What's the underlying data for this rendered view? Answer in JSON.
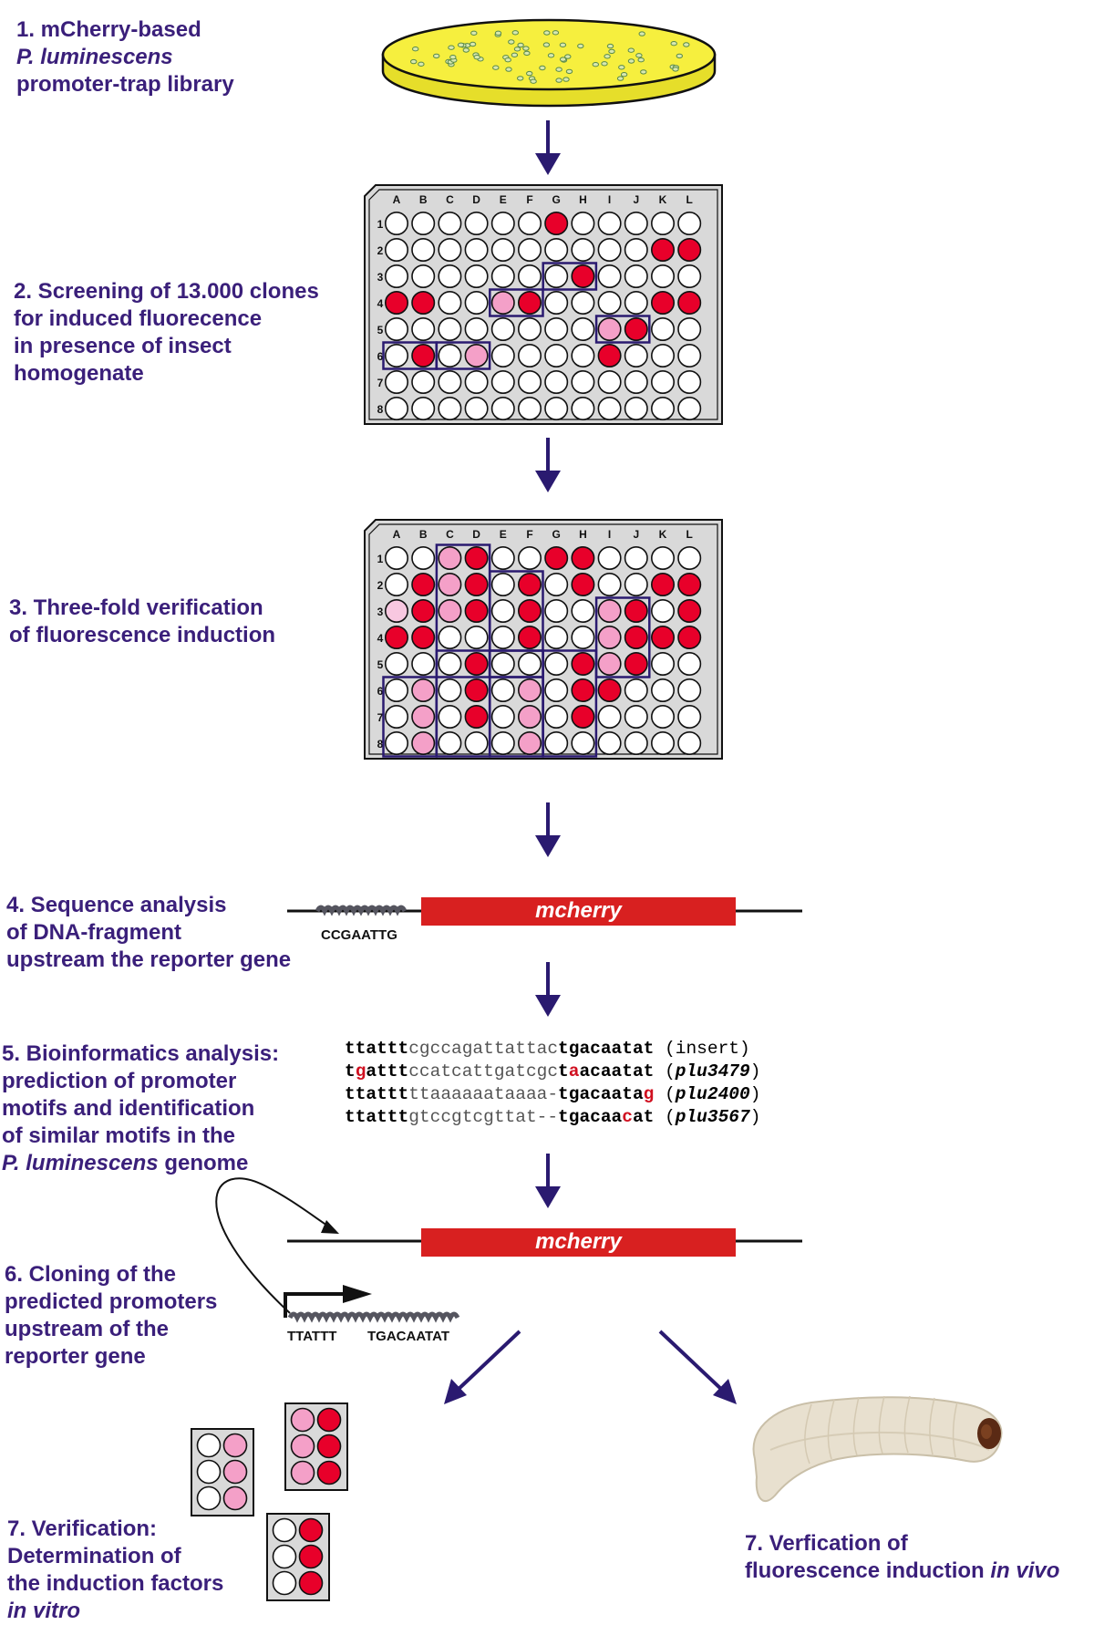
{
  "steps": {
    "s1": {
      "line1": "1. mCherry-based",
      "line2": "P. luminescens",
      "line3": "promoter-trap library"
    },
    "s2": {
      "line1": "2. Screening of 13.000 clones",
      "line2": "for induced fluorecence",
      "line3": "in presence of insect",
      "line4": "homogenate"
    },
    "s3": {
      "line1": "3. Three-fold verification",
      "line2": "of fluorescence induction"
    },
    "s4": {
      "line1": "4. Sequence analysis",
      "line2": "of DNA-fragment",
      "line3": "upstream the reporter gene"
    },
    "s5": {
      "line1": "5. Bioinformatics analysis:",
      "line2": "prediction of promoter",
      "line3": "motifs and identification",
      "line4": "of similar motifs in the",
      "line5a": "P. luminescens",
      "line5b": " genome"
    },
    "s6": {
      "line1": "6. Cloning of the",
      "line2": "predicted promoters",
      "line3": "upstream of the",
      "line4": "reporter gene"
    },
    "s7a": {
      "line1": "7. Verification:",
      "line2": "Determination of",
      "line3": "the induction factors",
      "line4": "in vitro"
    },
    "s7b": {
      "line1": "7. Verfication of",
      "line2a": "fluorescence induction ",
      "line2b": "in vivo"
    }
  },
  "plate_columns": [
    "A",
    "B",
    "C",
    "D",
    "E",
    "F",
    "G",
    "H",
    "I",
    "J",
    "K",
    "L"
  ],
  "plate_rows": [
    "1",
    "2",
    "3",
    "4",
    "5",
    "6",
    "7",
    "8"
  ],
  "colors": {
    "red": "#e8002a",
    "pink": "#f4a0c8",
    "pale_pink": "#f8c8e0",
    "white": "#ffffff",
    "frame": "#2a1a70",
    "arrow": "#2a1a70",
    "agar": "#f6ef3e",
    "gene": "#d82020"
  },
  "plate2_wells": {
    "red": [
      "G1",
      "K2",
      "L2",
      "H3",
      "A4",
      "B4",
      "F4",
      "K4",
      "L4",
      "J5",
      "B6",
      "I6"
    ],
    "pink": [
      "E4",
      "I5",
      "D6"
    ]
  },
  "plate3_wells": {
    "red": [
      "D1",
      "G1",
      "H1",
      "B2",
      "D2",
      "F2",
      "H2",
      "K2",
      "L2",
      "B3",
      "D3",
      "F3",
      "J3",
      "L3",
      "A4",
      "B4",
      "F4",
      "J4",
      "K4",
      "L4",
      "D5",
      "H5",
      "J5",
      "D6",
      "H6",
      "I6",
      "D7",
      "H7"
    ],
    "pink": [
      "C1",
      "C2",
      "C3",
      "I3",
      "I4",
      "I5",
      "B6",
      "F6",
      "B7",
      "F7",
      "B8",
      "F8"
    ],
    "pale_pink": [
      "A3"
    ]
  },
  "gene_label": "mcherry",
  "seq_label_1": "CCGAATTG",
  "seq_label_2a": "TTATTT",
  "seq_label_2b": "TGACAATAT",
  "alignment": [
    {
      "name": "(insert)"
    },
    {
      "name": "plu3479"
    },
    {
      "name": "plu2400"
    },
    {
      "name": "plu3567"
    }
  ],
  "mini_plates": {
    "left": [
      "white",
      "pink",
      "white",
      "pink",
      "white",
      "pink"
    ],
    "top": [
      "pink",
      "red",
      "pink",
      "red",
      "pink",
      "red"
    ],
    "bottom": [
      "white",
      "red",
      "white",
      "red",
      "white",
      "red"
    ]
  }
}
